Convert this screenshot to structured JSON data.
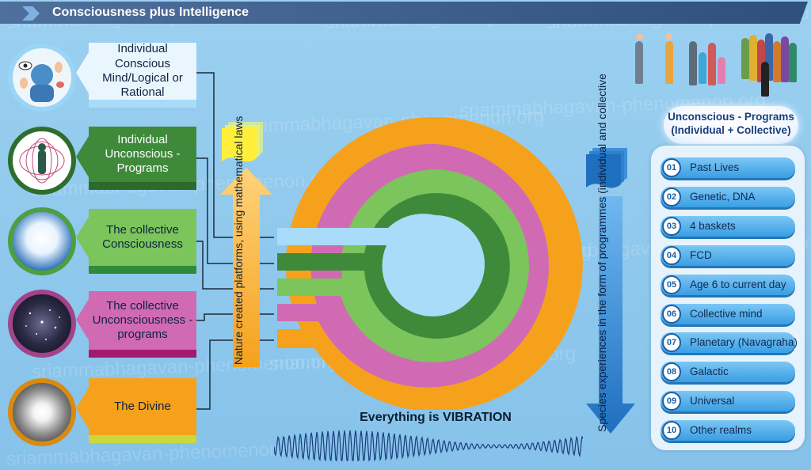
{
  "title": "Consciousness plus Intelligence",
  "watermark": "sriammabhagavan-phenomenon.org",
  "left_items": [
    {
      "label": "Individual Conscious Mind/Logical or Rational",
      "color": "#a8dcf8"
    },
    {
      "label": "Individual Unconscious - Programs",
      "color": "#3f8a3a"
    },
    {
      "label": "The collective Consciousness",
      "color": "#7cc45c"
    },
    {
      "label": "The collective Unconsciousness - programs",
      "color": "#d06bb3"
    },
    {
      "label": "The Divine",
      "color": "#f6a11c"
    }
  ],
  "up_arrow_text": "Nature created platforms, using mathematical laws",
  "down_arrow_text": "Species experiences in the form of programmes (individual and collective",
  "vibration_text": "Everything is VIBRATION",
  "programs_title": "Unconscious - Programs (Individual + Collective)",
  "programs": [
    {
      "num": "01",
      "label": "Past Lives"
    },
    {
      "num": "02",
      "label": "Genetic, DNA"
    },
    {
      "num": "03",
      "label": "4 baskets"
    },
    {
      "num": "04",
      "label": "FCD"
    },
    {
      "num": "05",
      "label": "Age 6 to current day"
    },
    {
      "num": "06",
      "label": "Collective mind"
    },
    {
      "num": "07",
      "label": "Planetary (Navagraha)"
    },
    {
      "num": "08",
      "label": "Galactic"
    },
    {
      "num": "09",
      "label": "Universal"
    },
    {
      "num": "10",
      "label": "Other realms"
    }
  ],
  "colors": {
    "orange": "#f6a11c",
    "pink": "#d06bb3",
    "light_green": "#7cc45c",
    "dark_green": "#3f8a3a",
    "light_blue": "#a8dcf8",
    "program_blue": "#3a9ee4"
  }
}
